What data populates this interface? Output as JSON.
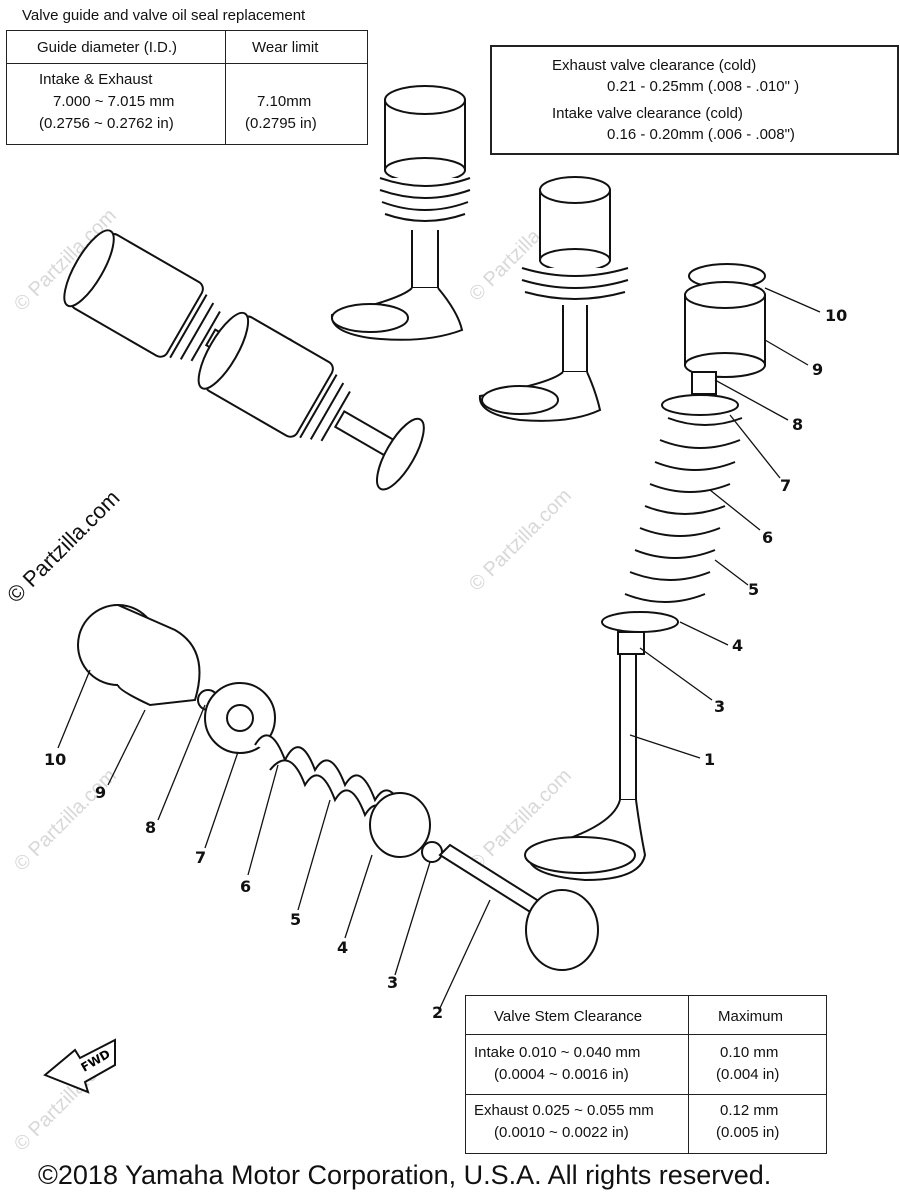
{
  "guide_table": {
    "caption": "Valve guide and valve oil seal replacement",
    "col1_header": "Guide diameter (I.D.)",
    "col2_header": "Wear limit",
    "row_label": "Intake & Exhaust",
    "diameter_mm": "7.000 ~ 7.015 mm",
    "diameter_in": "(0.2756 ~ 0.2762 in)",
    "limit_mm": "7.10mm",
    "limit_in": "(0.2795 in)"
  },
  "clearance_box": {
    "exhaust_label": "Exhaust valve clearance (cold)",
    "exhaust_value": "0.21 - 0.25mm (.008 - .010\" )",
    "intake_label": "Intake valve clearance (cold)",
    "intake_value": "0.16 - 0.20mm (.006 - .008\")"
  },
  "stem_table": {
    "col1_header": "Valve Stem Clearance",
    "col2_header": "Maximum",
    "intake_line1": "Intake 0.010 ~ 0.040 mm",
    "intake_line2": "(0.0004 ~ 0.0016 in)",
    "intake_max1": "0.10 mm",
    "intake_max2": "(0.004 in)",
    "exhaust_line1": "Exhaust 0.025 ~ 0.055 mm",
    "exhaust_line2": "(0.0010 ~ 0.0022 in)",
    "exhaust_max1": "0.12 mm",
    "exhaust_max2": "(0.005 in)"
  },
  "callouts_right": [
    "10",
    "9",
    "8",
    "7",
    "6",
    "5",
    "4",
    "3",
    "1"
  ],
  "callouts_left": [
    "10",
    "9",
    "8",
    "7",
    "6",
    "5",
    "4",
    "3",
    "2"
  ],
  "fwd_label": "FWD",
  "watermark": "© Partzilla.com",
  "copyright": "©2018  Yamaha Motor Corporation, U.S.A. All rights reserved."
}
